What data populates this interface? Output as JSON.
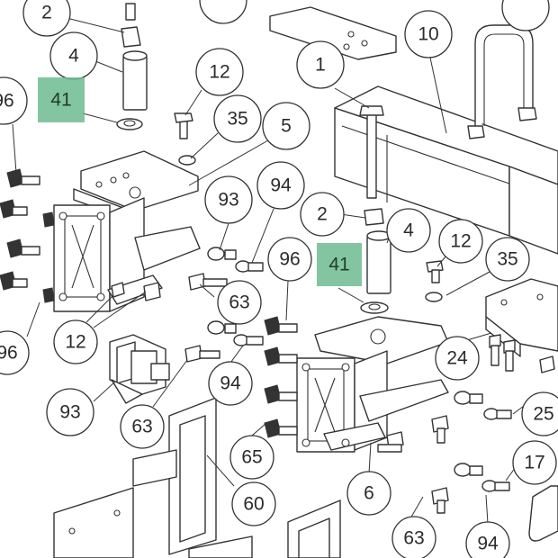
{
  "highlight_color": "#6dbb8f",
  "callouts": {
    "c2a": "2",
    "c4a": "4",
    "c41a": "41",
    "c96a": "96",
    "c12a": "12",
    "c35a": "35",
    "c5": "5",
    "c1": "1",
    "c10": "10",
    "c93a": "93",
    "c94a": "94",
    "c2b": "2",
    "c4b": "4",
    "c41b": "41",
    "c12b": "12",
    "c35b": "35",
    "c96b": "96",
    "c63a": "63",
    "c12c": "12",
    "c96c": "96",
    "c24": "24",
    "c25": "25",
    "c93b": "93",
    "c94b": "94",
    "c63b": "63",
    "c65": "65",
    "c60": "60",
    "c6": "6",
    "c17": "17",
    "c63c": "63",
    "c94c": "94"
  }
}
